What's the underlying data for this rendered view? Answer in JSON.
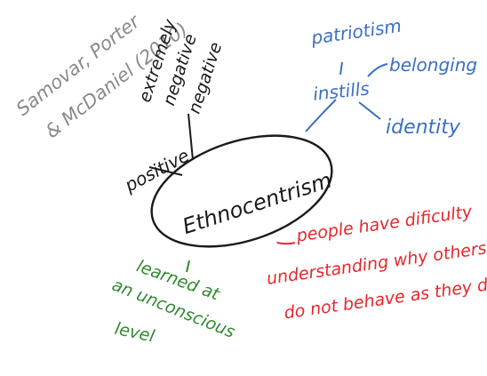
{
  "citation": {
    "line1": "Samovar, Porter",
    "line2": "& McDaniel (2010)"
  },
  "center": {
    "label": "Ethnocentrism"
  },
  "negative_branch": {
    "line1": "extremely",
    "line2": "negative",
    "line3": "negative"
  },
  "positive_branch": {
    "label": "positive"
  },
  "instills_branch": {
    "hub": "instills",
    "top": "patriotism",
    "right": "belonging",
    "bottom": "identity"
  },
  "difficulty_note": {
    "line1": "people have dificulty",
    "line2": "understanding why others",
    "line3": "do not behave as they do"
  },
  "learned_note": {
    "line1": "learned at",
    "line2": "an unconscious",
    "line3": "level"
  },
  "colors": {
    "ink_black": "#1a1a1a",
    "ink_gray": "#8a8a8a",
    "ink_blue": "#3a6fc4",
    "ink_red": "#e8262b",
    "ink_green": "#2f8a2f"
  }
}
